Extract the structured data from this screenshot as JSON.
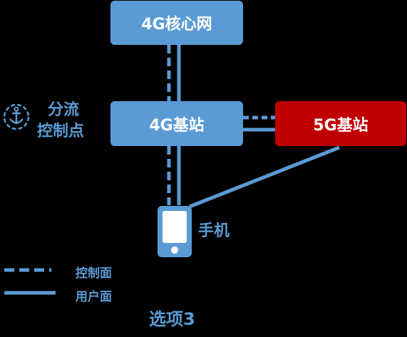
{
  "nodes": {
    "core": "4G核心网",
    "bs4g": "4G基站",
    "bs5g": "5G基站",
    "phone": "手机"
  },
  "split_point": {
    "line1": "分流",
    "line2": "控制点",
    "icon": "anchor-icon"
  },
  "legend": {
    "control_plane": "控制面",
    "user_plane": "用户面"
  },
  "caption": "选项3",
  "colors": {
    "blue": "#5b9bd5",
    "red": "#c00000",
    "background": "#000000"
  }
}
